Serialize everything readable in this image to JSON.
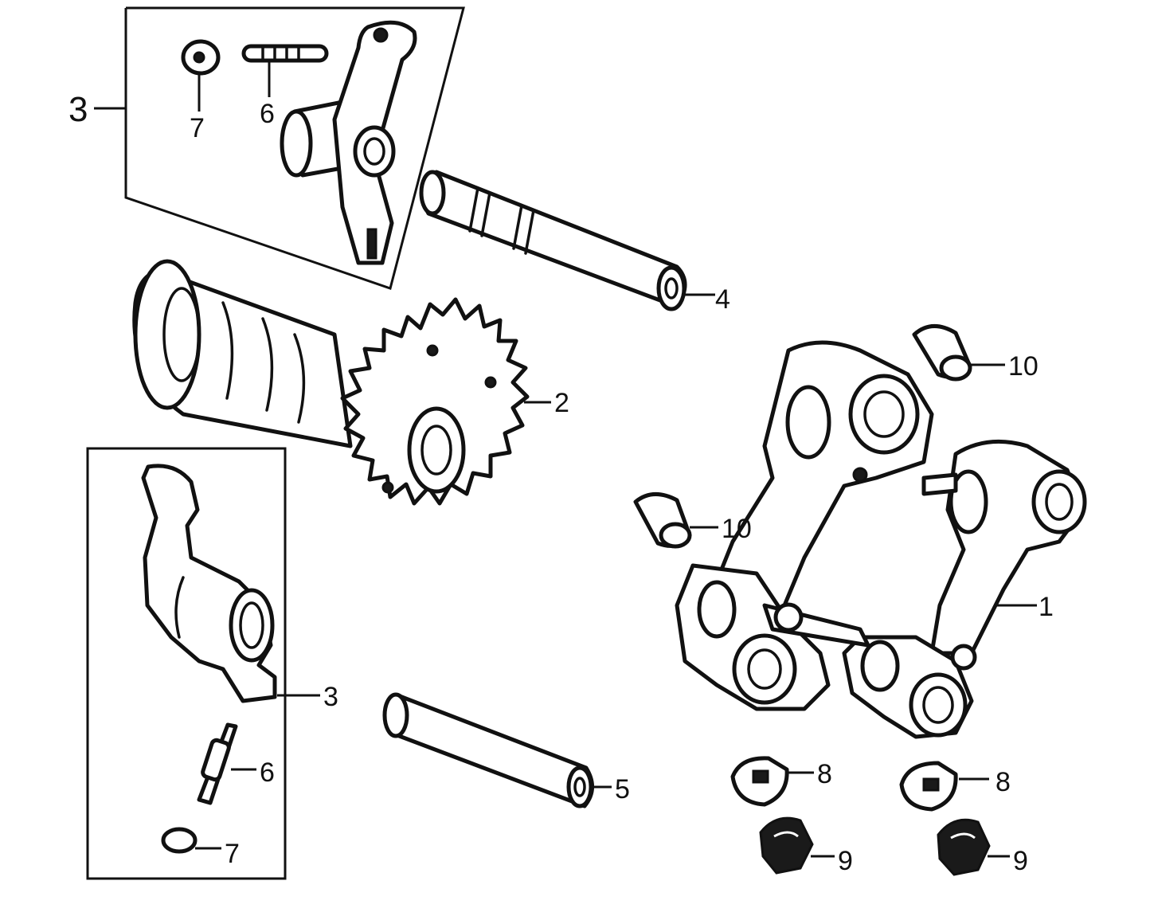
{
  "diagram": {
    "labels": {
      "rocker_arm_group_top": "3",
      "rocker_arm_group_bottom": "3",
      "cylinder_head_cover": "1",
      "camshaft_sprocket": "2",
      "rocker_shaft_upper": "4",
      "rocker_shaft_lower": "5",
      "adjust_screw_top": "6",
      "adjust_screw_bottom": "6",
      "lock_nut_top": "7",
      "lock_nut_bottom": "7",
      "washer_left": "8",
      "washer_right": "8",
      "cap_nut_left": "9",
      "cap_nut_right": "9",
      "dowel_pin_top": "10",
      "dowel_pin_left": "10"
    }
  }
}
